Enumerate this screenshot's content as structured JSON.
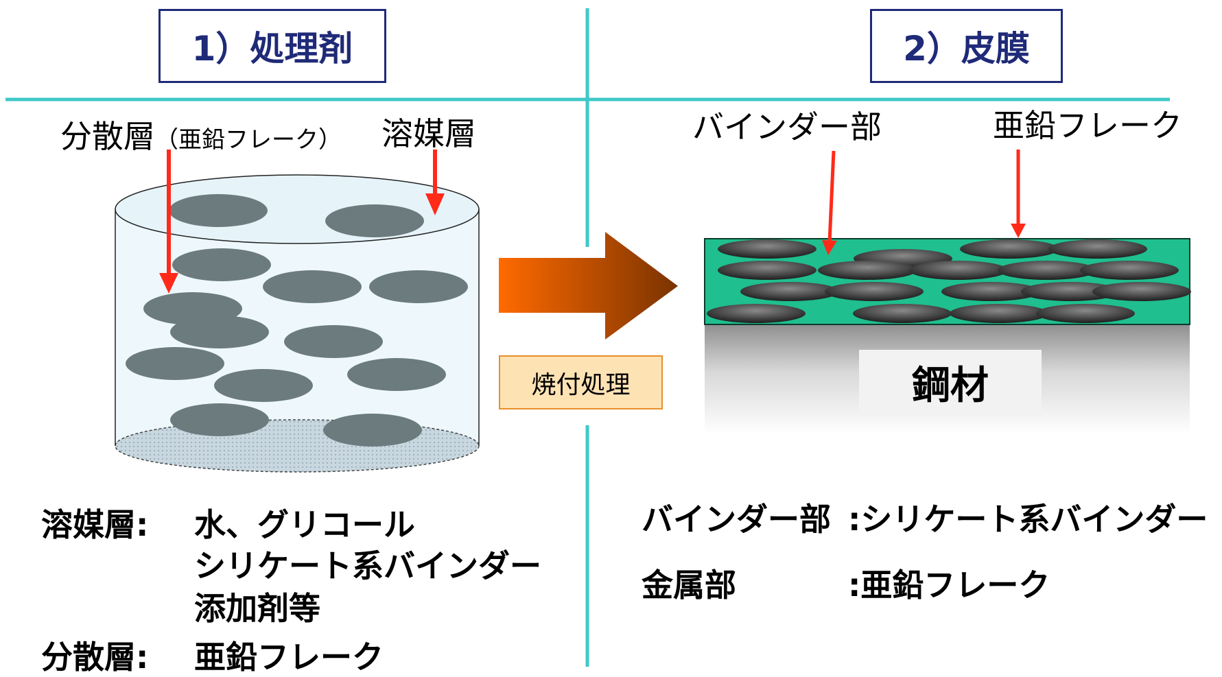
{
  "left_panel": {
    "title": "1）処理剤",
    "label_dispersed": "分散層",
    "label_dispersed_note": "（亜鉛フレーク）",
    "label_solvent": "溶媒層",
    "desc_solvent_head": "溶媒層:",
    "desc_solvent_lines": [
      "水、グリコール",
      "シリケート系バインダー",
      "添加剤等"
    ],
    "desc_dispersed_head": "分散層:",
    "desc_dispersed_value": "亜鉛フレーク"
  },
  "center": {
    "process_label": "焼付処理"
  },
  "right_panel": {
    "title": "2）皮膜",
    "label_binder": "バインダー部",
    "label_zinc": "亜鉛フレーク",
    "substrate_label": "鋼材",
    "desc_binder_head": "バインダー部",
    "desc_binder_value": ":シリケート系バインダー",
    "desc_metal_head": "金属部",
    "desc_metal_value": ":亜鉛フレーク"
  },
  "colors": {
    "divider": "#40c8c8",
    "title_border": "#1f2a78",
    "pointer_arrow": "#ff2a1a",
    "flake": "#6b7b7e",
    "coating": "#1fbf8f",
    "process_arrow_start": "#ff6a00",
    "process_arrow_end": "#7a3300",
    "bake_box_bg": "#fde2b4"
  },
  "icons": [
    "cylinder-container",
    "process-arrow",
    "pointer-arrow",
    "zinc-flake",
    "steel-substrate"
  ]
}
